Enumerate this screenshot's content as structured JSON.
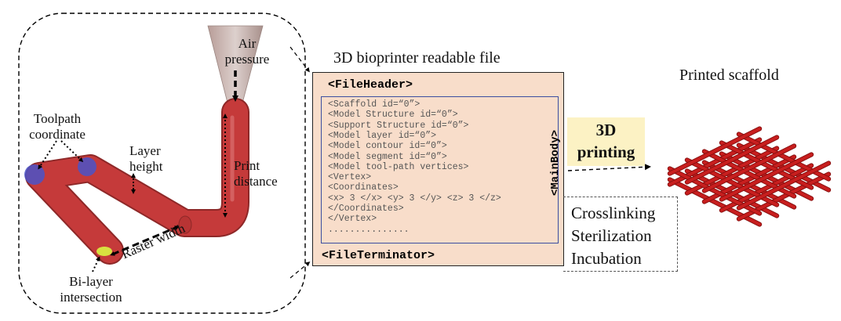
{
  "labels": {
    "air_pressure": [
      "Air",
      "pressure"
    ],
    "toolpath_coordinate": [
      "Toolpath",
      "coordinate"
    ],
    "layer_height": [
      "Layer",
      "height"
    ],
    "print_distance": [
      "Print",
      "distance"
    ],
    "raster_width": "Raster width",
    "bilayer_intersection": [
      "Bi-layer",
      "intersection"
    ],
    "readable_file_title": "3D bioprinter readable file",
    "printed_scaffold": "Printed scaffold"
  },
  "file": {
    "header": "<FileHeader>",
    "terminator": "<FileTerminator>",
    "main_body": "<MainBody>",
    "lines": [
      "<Scaffold id=“0”>",
      "<Model Structure id=“0”>",
      "<Support Structure id=“0”>",
      "<Model layer id=“0”>",
      "<Model contour id=“0”>",
      "<Model segment id=“0”>",
      "<Model tool-path vertices>",
      "<Vertex>",
      " <Coordinates>",
      " <x> 3 </x> <y> 3 </y> <z> 3 </z>",
      " </Coordinates>",
      " </Vertex>",
      " ..............."
    ]
  },
  "printing": [
    "3D",
    "printing"
  ],
  "post_processing": [
    "Crosslinking",
    "Sterilization",
    "Incubation"
  ],
  "colors": {
    "strand": "#c53a3a",
    "nozzle": "#c7b0ac",
    "file_bg": "#f8ddca",
    "print_bg": "#fcf2c4",
    "scaffold": "#c81e1e",
    "coordinate_marker": "#4a54c8",
    "intersection_marker": "#d8e040"
  }
}
